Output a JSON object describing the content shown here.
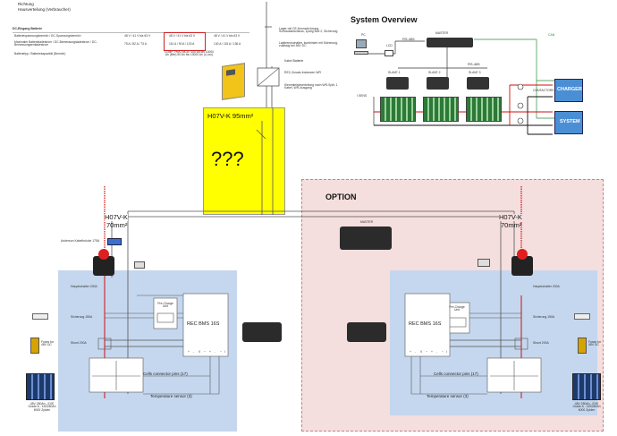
{
  "header": {
    "line1": "Richtung",
    "line2": "Hausverteilung (Verbraucher)"
  },
  "spec_table": {
    "title": "DC-Eingang Batterie",
    "rows": [
      {
        "label": "Batteriespannungsbereich / DC-Spannungsbereich",
        "c1": "48 V / 41 V bis 63 V",
        "c2": "48 V / 41 V bis 63 V",
        "c3": "48 V / 41 V bis 63 V"
      },
      {
        "label": "Maximaler Batterieladestrom / DC-Bemessungsladestrom / DC-Bemessungsentladestrom",
        "c1": "75 A / 82 A / 73 A",
        "c2": "110 A / 90 A / 103 A",
        "c3": "140 A / 115 A / 136 A"
      },
      {
        "label": "Batterietyp / Batteriekapazität (Bereich)",
        "c1": "",
        "c2": "Li-Ion*, PbA, NiCd / 100 Ah bis 10000 Ah (Blei) 50 Ah bis 10000 Ah (Li-Ion)",
        "c3": ""
      }
    ]
  },
  "annotations": {
    "top_right_1": "Lager mit CE-Kennzeichnung, Schraubanschluss, 1polig Box 2, Sicherung",
    "top_right_2": "Lasttrennschalter, kombiniert mit Sicherung, zulässig bei 48V DC",
    "cable_1": "Kabel Batterie",
    "cable_2": "REC-Zusatz-Instanzen WR",
    "cable_3": "Klemmleisteverteilung nach WR-Split, 1 Kabel, WR-Ausgang",
    "left_cable": "H07V-K 95mm²",
    "unknown": "???",
    "option_label": "OPTION",
    "left_h07": "H07V-K",
    "left_h07_size": "70mm²",
    "right_h07": "H07V-K",
    "right_h07_size": "70mm²",
    "ladestation": "Anderson Kabelbrücke 175A",
    "master_label": "MASTER"
  },
  "system_overview": {
    "title": "System Overview",
    "pc": "PC",
    "lcd": "LCD",
    "master": "MASTER",
    "rs485_top": "RS-485",
    "rs485_mid": "RS-485",
    "can": "CAN",
    "slave1": "SLAVE 1",
    "slave2": "SLAVE 2",
    "slave3": "SLAVE 3",
    "isens": "I SENS",
    "contactors": "CONTACTORS",
    "charger": "CHARGER",
    "system": "SYSTEM"
  },
  "left_pack": {
    "hauptschalter": "Hauptschalter 200A",
    "sicherung": "Sicherung 150A",
    "shunt": "Shunt 200A",
    "pre_charge": "Pre-Charge Unit",
    "bms": "REC BMS 16S",
    "cells": "Cells connector pins (17)",
    "temp": "Temperature sensor (3)",
    "battery": "48V 280Ah - EVE Grade A - 16S280Ah 6000 Zyklen",
    "pins": [
      "+",
      "-",
      "V",
      "~",
      "+",
      "-",
      "~",
      "I"
    ],
    "fuse_box": "Fuses for 48V DC"
  },
  "right_pack": {
    "hauptschalter": "Hauptschalter 200A",
    "sicherung": "Sicherung 150A",
    "shunt": "Shunt 200A",
    "pre_charge": "Pre-Charge Unit",
    "bms": "REC BMS 16S",
    "cells": "Cells connector pins (17)",
    "temp": "Temperature sensor (3)",
    "battery": "48V 280Ah - EVE Grade A - 16S280Ah 6000 Zyklen",
    "pins": [
      "+",
      "-",
      "V",
      "~",
      "+",
      "-",
      "~",
      "I"
    ],
    "fuse_box": "Fuses for 48V DC"
  },
  "colors": {
    "yellow": "#ffff00",
    "blue_pack": "#c5d7ee",
    "pink_option": "#f5dede",
    "red_wire": "#cc1010",
    "charger": "#4a8fd6"
  }
}
